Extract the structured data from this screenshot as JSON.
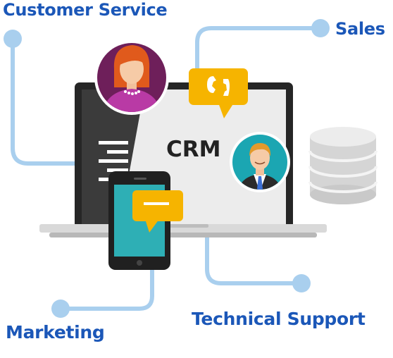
{
  "labels": {
    "customer_service": "Customer Service",
    "sales": "Sales",
    "marketing": "Marketing",
    "technical_support": "Technical Support",
    "center": "CRM"
  },
  "colors": {
    "label_text": "#1b57b8",
    "connector": "#a9cfee",
    "laptop_frame": "#2a2a2a",
    "screen_left": "#3a3a3a",
    "screen_right": "#ececec",
    "chat_bubble": "#f6b400",
    "phone_screen": "#2eafb5",
    "woman_bg": "#6e1f5a",
    "man_bg": "#1ba6b2",
    "database": "#d7d7d7"
  },
  "icons": [
    "woman-avatar-icon",
    "man-avatar-icon",
    "phone-chat-icon",
    "chat-bubble-icon",
    "database-icon",
    "smartphone-icon",
    "laptop-icon"
  ]
}
